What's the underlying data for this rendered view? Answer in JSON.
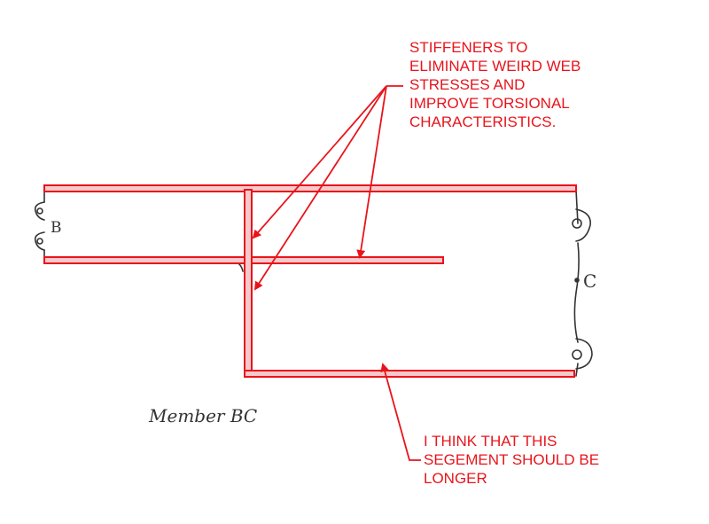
{
  "diagram": {
    "title": "Member BC",
    "joint_left": "B",
    "joint_right": "C"
  },
  "annotations": {
    "stiffeners": [
      "STIFFENERS TO",
      "ELIMINATE WEIRD WEB",
      "STRESSES AND",
      "IMPROVE TORSIONAL",
      "CHARACTERISTICS."
    ],
    "segment": [
      "I THINK THAT THIS",
      "SEGEMENT SHOULD BE",
      "LONGER"
    ]
  },
  "colors": {
    "markup": "#e8141b",
    "markup_fill": "#f7c9cb",
    "pencil": "#333333"
  }
}
